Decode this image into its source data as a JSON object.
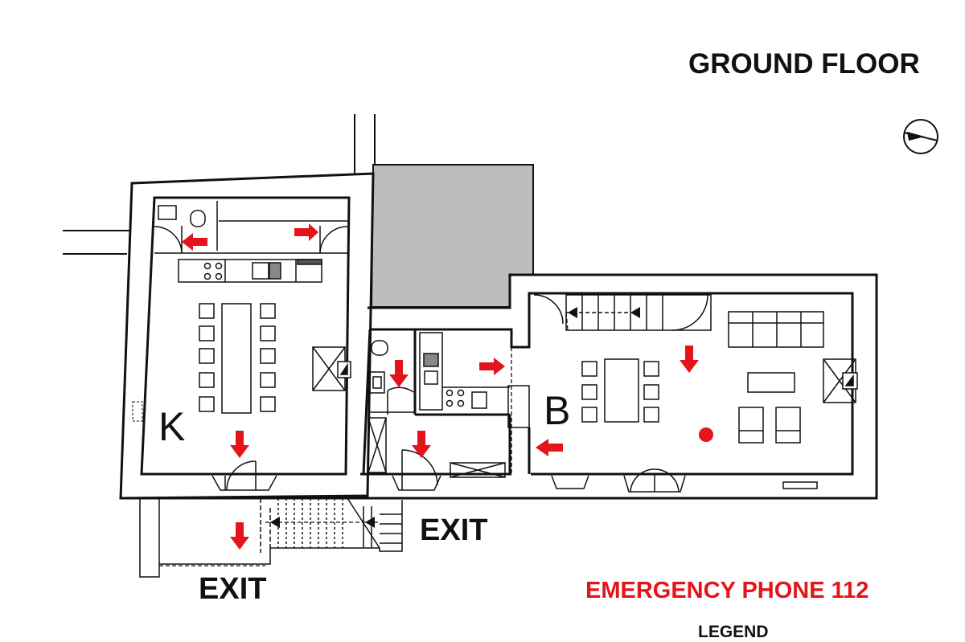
{
  "title": "GROUND FLOOR",
  "rooms": [
    {
      "label": "K"
    },
    {
      "label": "B"
    }
  ],
  "exits": [
    {
      "label": "EXIT"
    },
    {
      "label": "EXIT"
    }
  ],
  "emergency": {
    "text": "EMERGENCY PHONE 112"
  },
  "legend": {
    "heading": "LEGEND"
  },
  "colors": {
    "wall": "#111111",
    "courtyard": "#bdbdbd",
    "escape_arrow": "#e3141b",
    "assembly_marker": "#e3141b",
    "path_line": "#111111"
  },
  "symbols": [
    {
      "name": "north-compass-icon"
    },
    {
      "name": "escape-arrow-icon"
    },
    {
      "name": "assembly-point-marker"
    },
    {
      "name": "staircase"
    },
    {
      "name": "fireplace"
    }
  ]
}
